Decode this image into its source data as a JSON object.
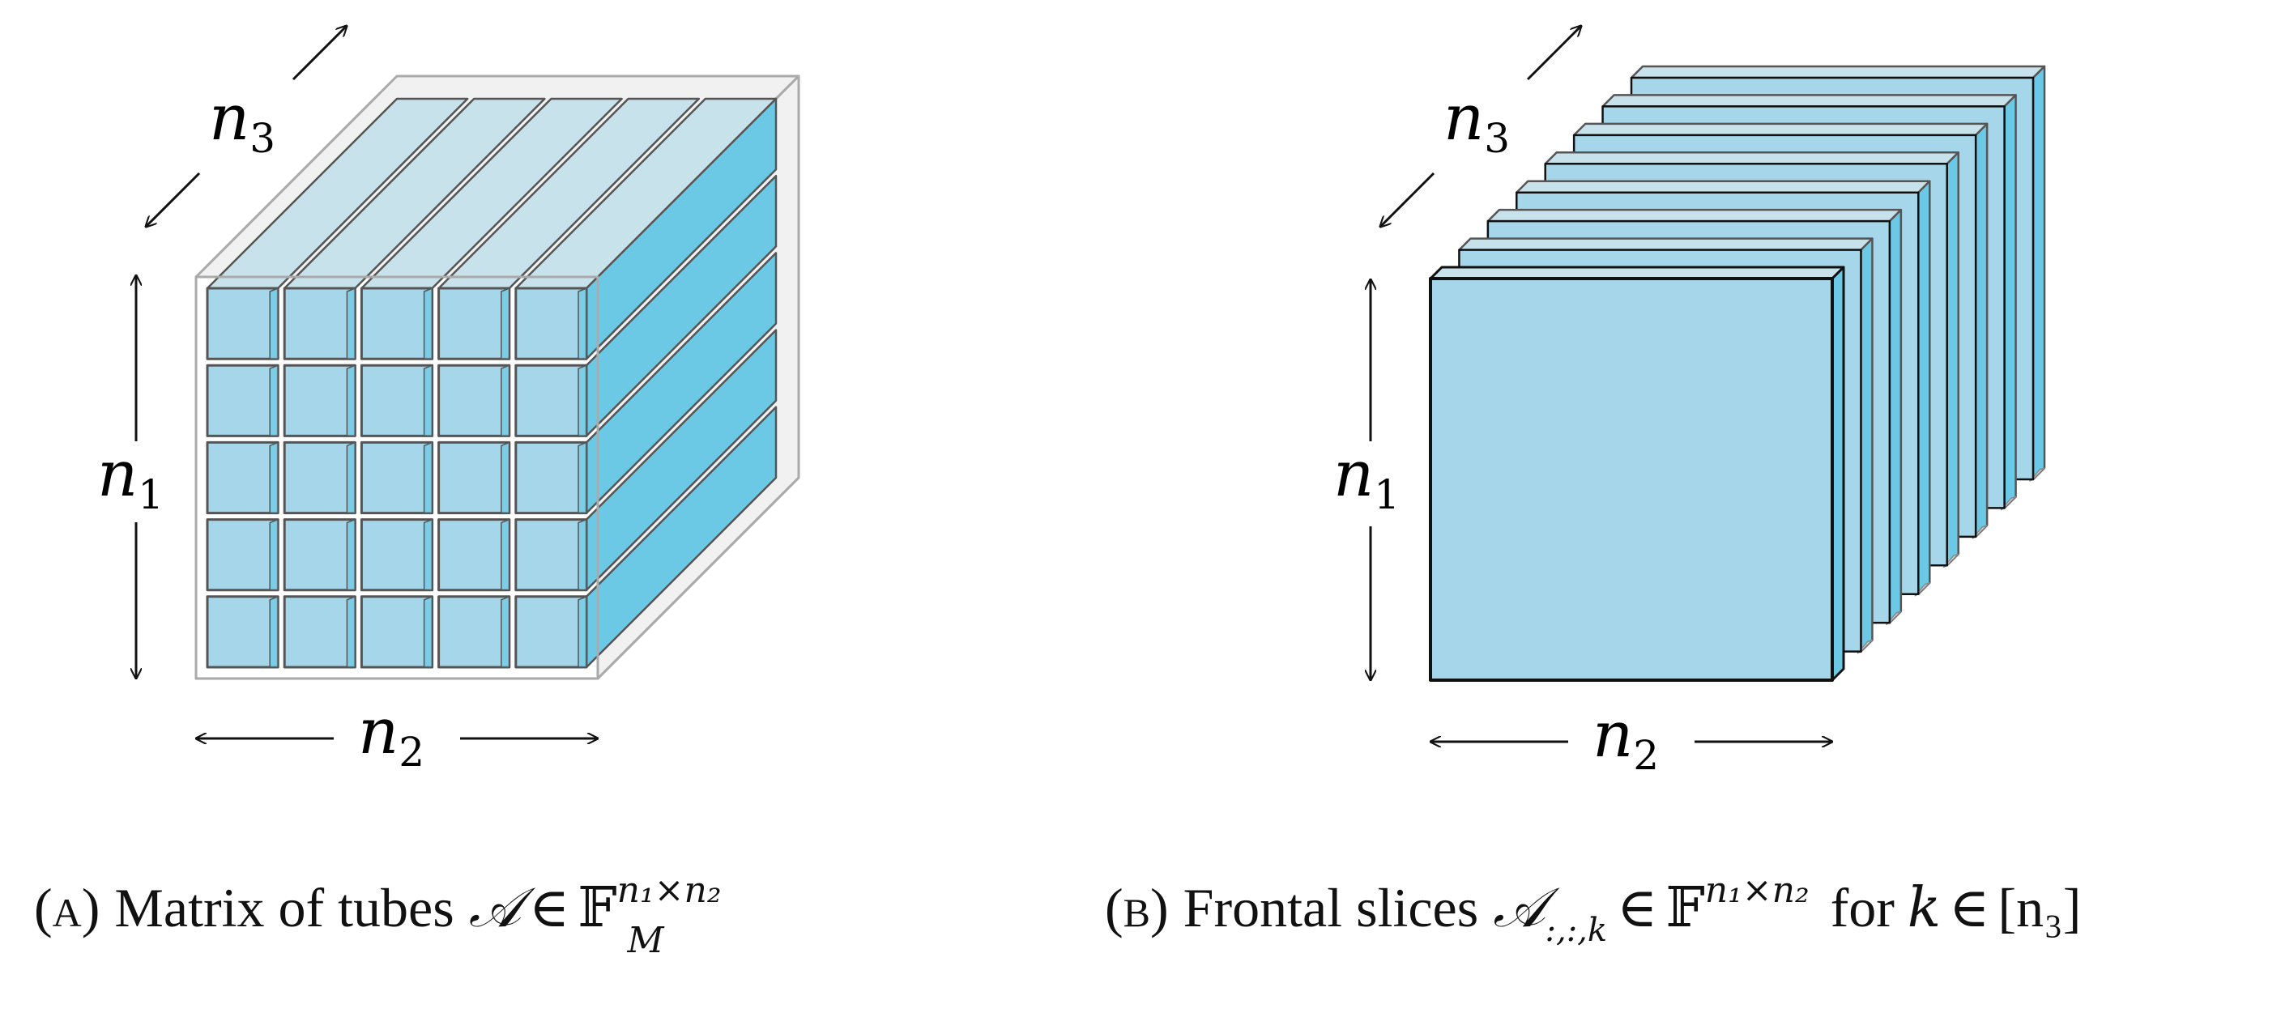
{
  "panel_a": {
    "labels": {
      "n1": "n",
      "n1_sub": "1",
      "n2": "n",
      "n2_sub": "2",
      "n3": "n",
      "n3_sub": "3"
    },
    "grid": {
      "rows": 5,
      "cols": 5
    },
    "caption": {
      "tag_open": "(",
      "tag_letter": "A",
      "tag_close": ")",
      "text": "Matrix of tubes",
      "math_A": "𝒜",
      "elem": "∈",
      "field": "𝔽",
      "field_sup": "n₁×n₂",
      "field_sub": "M"
    }
  },
  "panel_b": {
    "labels": {
      "n1": "n",
      "n1_sub": "1",
      "n2": "n",
      "n2_sub": "2",
      "n3": "n",
      "n3_sub": "3"
    },
    "slices": 8,
    "caption": {
      "tag_open": "(",
      "tag_letter": "B",
      "tag_close": ")",
      "text": "Frontal slices",
      "math_A": "𝒜",
      "math_A_sub": ":,:,k",
      "elem": "∈",
      "field": "𝔽",
      "field_sup": "n₁×n₂",
      "for": "for",
      "k": "k",
      "range": "[n₃]"
    }
  },
  "colors": {
    "tube_front": "#a6d6e9",
    "tube_top": "#c8e2ec",
    "tube_side": "#6cc9e6",
    "outline": "#555555",
    "frame": "#aaaaaa",
    "slice_face": "#a6d6e9",
    "slice_edge": "#111111"
  }
}
